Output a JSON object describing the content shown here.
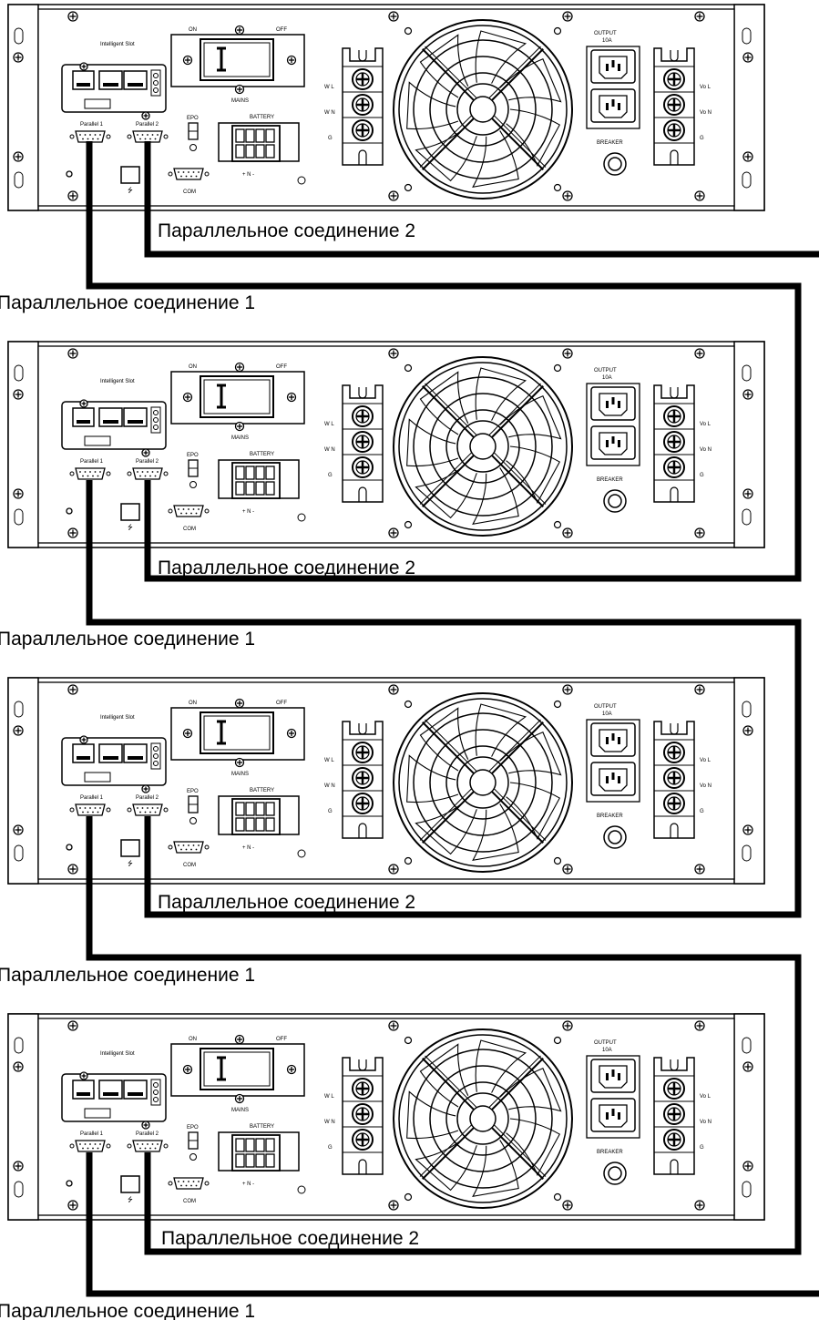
{
  "units": [
    {
      "labels": {
        "intelligent_slot": "Intelligent Slot",
        "on": "ON",
        "off": "OFF",
        "mains": "MAINS",
        "epo": "EPO",
        "battery": "BATTERY",
        "polarity": "+ N -",
        "com": "COM",
        "parallel1": "Parallel 1",
        "parallel2": "Parallel 2",
        "output": "OUTPUT",
        "output_rating": "10A",
        "breaker": "BREAKER",
        "in_l": "W L",
        "in_n": "W N",
        "in_g": "G",
        "out_l": "Vo L",
        "out_n": "Vo N",
        "out_g": "G"
      },
      "label_conn2": "Параллельное соединение 2",
      "label_conn1": "Параллельное соединение 1"
    },
    {
      "labels": {
        "intelligent_slot": "Intelligent Slot",
        "on": "ON",
        "off": "OFF",
        "mains": "MAINS",
        "epo": "EPO",
        "battery": "BATTERY",
        "polarity": "+ N -",
        "com": "COM",
        "parallel1": "Parallel 1",
        "parallel2": "Parallel 2",
        "output": "OUTPUT",
        "output_rating": "10A",
        "breaker": "BREAKER",
        "in_l": "W L",
        "in_n": "W N",
        "in_g": "G",
        "out_l": "Vo L",
        "out_n": "Vo N",
        "out_g": "G"
      },
      "label_conn2": "Параллельное соединение 2",
      "label_conn1": "Параллельное соединение 1"
    },
    {
      "labels": {
        "intelligent_slot": "Intelligent Slot",
        "on": "ON",
        "off": "OFF",
        "mains": "MAINS",
        "epo": "EPO",
        "battery": "BATTERY",
        "polarity": "+ N -",
        "com": "COM",
        "parallel1": "Parallel 1",
        "parallel2": "Parallel 2",
        "output": "OUTPUT",
        "output_rating": "10A",
        "breaker": "BREAKER",
        "in_l": "W L",
        "in_n": "W N",
        "in_g": "G",
        "out_l": "Vo L",
        "out_n": "Vo N",
        "out_g": "G"
      },
      "label_conn2": "Параллельное соединение 2",
      "label_conn1": "Параллельное соединение 1"
    },
    {
      "labels": {
        "intelligent_slot": "Intelligent Slot",
        "on": "ON",
        "off": "OFF",
        "mains": "MAINS",
        "epo": "EPO",
        "battery": "BATTERY",
        "polarity": "+ N -",
        "com": "COM",
        "parallel1": "Parallel 1",
        "parallel2": "Parallel 2",
        "output": "OUTPUT",
        "output_rating": "10A",
        "breaker": "BREAKER",
        "in_l": "W L",
        "in_n": "W N",
        "in_g": "G",
        "out_l": "Vo L",
        "out_n": "Vo N",
        "out_g": "G"
      },
      "label_conn2": "Параллельное соединение 2",
      "label_conn1": "Параллельное соединение 1"
    }
  ]
}
